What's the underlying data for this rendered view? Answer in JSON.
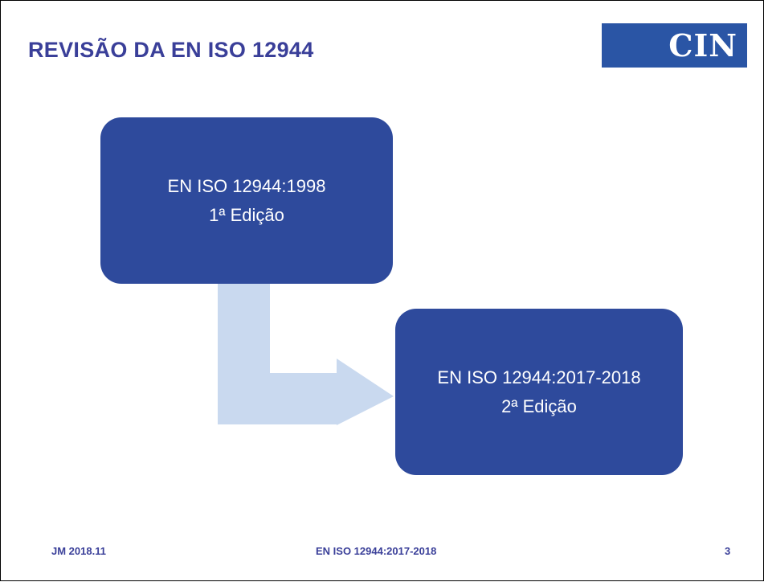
{
  "title": "REVISÃO DA EN ISO 12944",
  "logo": {
    "text": "CIN",
    "color": "#2A55A5"
  },
  "diagram": {
    "box1": {
      "line1": "EN ISO 12944:1998",
      "line2": "1ª Edição"
    },
    "box2": {
      "line1": "EN ISO 12944:2017-2018",
      "line2": "2ª Edição"
    },
    "box_color": "#2E4A9C",
    "arrow_color": "#C9D9EF"
  },
  "footer": {
    "left": "JM 2018.11",
    "center": "EN ISO 12944:2017-2018",
    "page_number": "3"
  }
}
